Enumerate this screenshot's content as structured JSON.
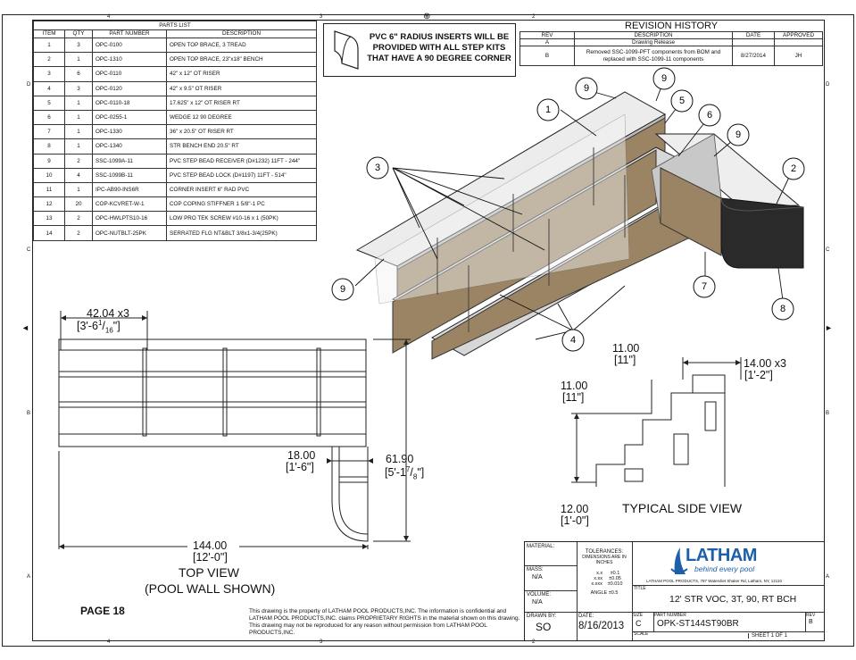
{
  "parts_list": {
    "title": "PARTS LIST",
    "headers": [
      "ITEM",
      "QTY",
      "PART NUMBER",
      "DESCRIPTION"
    ],
    "rows": [
      [
        "1",
        "3",
        "OPC-0100",
        "OPEN TOP BRACE, 3 TREAD"
      ],
      [
        "2",
        "1",
        "OPC-1310",
        "OPEN TOP BRACE, 23\"x18\" BENCH"
      ],
      [
        "3",
        "6",
        "OPC-0110",
        "42\" x 12\" OT RISER"
      ],
      [
        "4",
        "3",
        "OPC-0120",
        "42\" x 9.5\" OT RISER"
      ],
      [
        "5",
        "1",
        "OPC-0110-18",
        "17.625\" x 12\" OT RISER RT"
      ],
      [
        "6",
        "1",
        "OPC-0255-1",
        "WEDGE 12 90 DEGREE"
      ],
      [
        "7",
        "1",
        "OPC-1330",
        "36\" x 20.5\" OT RISER RT"
      ],
      [
        "8",
        "1",
        "OPC-1340",
        "STR BENCH END 20.5\" RT"
      ],
      [
        "9",
        "2",
        "SSC-1099A-11",
        "PVC STEP BEAD RECEIVER (D#1232) 11FT - 244\""
      ],
      [
        "10",
        "4",
        "SSC-1099B-11",
        "PVC STEP BEAD LOCK (D#1197) 11FT - 514\""
      ],
      [
        "11",
        "1",
        "IPC-AB90-INS6R",
        "CORNER INSERT 6\" RAD PVC"
      ],
      [
        "12",
        "20",
        "COP-KCVRET-W-1",
        "COP COPING STIFFNER 1 5/8\"-1 PC"
      ],
      [
        "13",
        "2",
        "OPC-HWLPTS10-16",
        "LOW PRO TEK SCREW #10-16 x 1 (50PK)"
      ],
      [
        "14",
        "2",
        "OPC-NUTBLT-25PK",
        "SERRATED FLG NT&BLT 3/8x1-3/4(25PK)"
      ]
    ]
  },
  "note": [
    "PVC 6\" RADIUS INSERTS WILL BE",
    "PROVIDED WITH ALL STEP KITS",
    "THAT HAVE A 90 DEGREE CORNER"
  ],
  "revision": {
    "title": "REVISION HISTORY",
    "headers": [
      "REV",
      "DESCRIPTION",
      "DATE",
      "APPROVED"
    ],
    "rows": [
      [
        "A",
        "Drawing Release",
        "",
        ""
      ],
      [
        "B",
        "Removed SSC-1099-PFT components from BOM and replaced with SSC-1099-11 components",
        "8/27/2014",
        "JH"
      ]
    ]
  },
  "zones": {
    "top": [
      "4",
      "3",
      "2"
    ],
    "side": [
      "D",
      "C",
      "B",
      "A"
    ]
  },
  "callouts": [
    "1",
    "2",
    "3",
    "4",
    "5",
    "6",
    "7",
    "8",
    "9",
    "9",
    "9",
    "9"
  ],
  "top_view": {
    "dim_width": "42.04 x3",
    "dim_width_ft": "[3'-6",
    "dim_width_frac_num": "1",
    "dim_width_frac_den": "16",
    "dim_bench": "18.00",
    "dim_bench_ft": "[1'-6\"]",
    "dim_depth": "61.90",
    "dim_depth_ft": "[5'-1",
    "dim_depth_frac_num": "7",
    "dim_depth_frac_den": "8",
    "dim_length": "144.00",
    "dim_length_ft": "[12'-0\"]",
    "title": "TOP VIEW",
    "subtitle": "(POOL WALL SHOWN)"
  },
  "side_view": {
    "dim_top": "11.00",
    "dim_top_ft": "[11\"]",
    "dim_step": "11.00",
    "dim_step_ft": "[11\"]",
    "dim_tread": "14.00 x3",
    "dim_tread_ft": "[1'-2\"]",
    "dim_height": "12.00",
    "dim_height_ft": "[1'-0\"]",
    "title": "TYPICAL SIDE VIEW"
  },
  "page_label": "PAGE 18",
  "disclaimer": "This drawing is the property of LATHAM POOL PRODUCTS,INC. The information is confidential and LATHAM POOL PRODUCTS,INC. claims PROPRIETARY RIGHTS in the material shown on this drawing. This drawing may not be reproduced for any reason without permission from LATHAM POOL PRODUCTS,INC.",
  "title_block": {
    "material_label": "MATERIAL:",
    "tolerances_label": "TOLERANCES:",
    "tolerances_sub": "DIMENSIONS ARE IN INCHES",
    "tol_rows": [
      [
        "x.x",
        "±0.1"
      ],
      [
        "x.xx",
        "±0.05"
      ],
      [
        "x.xxx",
        "±0.010"
      ]
    ],
    "angle": "ANGLE ±0.5",
    "mass_label": "MASS:",
    "mass": "N/A",
    "volume_label": "VOLUME:",
    "volume": "N/A",
    "drawn_label": "DRAWN BY:",
    "drawn": "SO",
    "date_label": "DATE:",
    "date": "8/16/2013",
    "company": "LATHAM",
    "tagline": "behind every pool",
    "address": "LATHAM POOL PRODUCTS, 787 Watervliet Shaker Rd, Latham, NY, 12110",
    "title_label": "TITLE",
    "title": "12' STR VOC, 3T, 90, RT BCH",
    "size_label": "SIZE",
    "size": "C",
    "part_label": "PART NUMBER",
    "part": "OPK-ST144ST90BR",
    "rev_label": "REV",
    "rev": "B",
    "scale_label": "SCALE",
    "sheet": "SHEET 1  OF 1"
  },
  "colors": {
    "riser": "#9a8464",
    "riser_dark": "#7a6548",
    "bead": "#d9d9d9",
    "brand_blue": "#1d5fa8",
    "bench_end": "#2a2a2a"
  }
}
